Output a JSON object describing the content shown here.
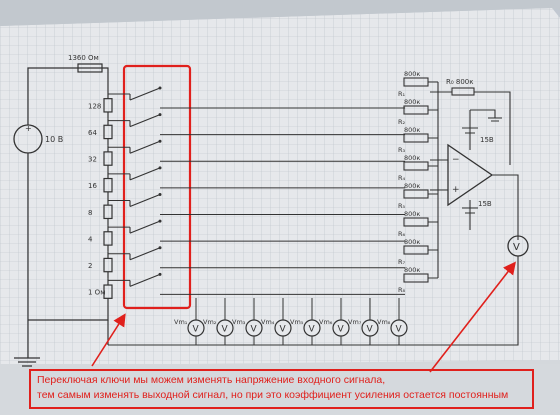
{
  "source": {
    "value": "10 В"
  },
  "series_resistor": {
    "value": "1360 Ом"
  },
  "divider_resistors": [
    {
      "value": "128"
    },
    {
      "value": "64"
    },
    {
      "value": "32"
    },
    {
      "value": "16"
    },
    {
      "value": "8"
    },
    {
      "value": "4"
    },
    {
      "value": "2"
    },
    {
      "value": "1 Ом"
    }
  ],
  "feedback_resistor": {
    "value": "R₀ 800к"
  },
  "opamp_input_resistors": [
    {
      "value": "800к",
      "label": "R₁"
    },
    {
      "value": "800к",
      "label": "R₂"
    },
    {
      "value": "800к",
      "label": "R₃"
    },
    {
      "value": "800к",
      "label": "R₄"
    },
    {
      "value": "800к",
      "label": "R₅"
    },
    {
      "value": "800к",
      "label": "R₆"
    },
    {
      "value": "800к",
      "label": "R₇"
    },
    {
      "value": "800к",
      "label": "R₈"
    }
  ],
  "supply": {
    "positive": "15В",
    "negative": "15В"
  },
  "voltmeter_labels": [
    "Vm₁",
    "Vm₂",
    "Vm₃",
    "Vm₄",
    "Vm₅",
    "Vm₆",
    "Vm₇",
    "Vm₈"
  ],
  "annotation": {
    "line1": "Переключая ключи мы можем изменять напряжение входного сигнала,",
    "line2": "тем самым изменять выходной сигнал, но при это коэффициент усиления остается постоянным"
  },
  "colors": {
    "ink": "#333333",
    "grid": "#b9c0c8",
    "highlight": "#e0201c"
  }
}
